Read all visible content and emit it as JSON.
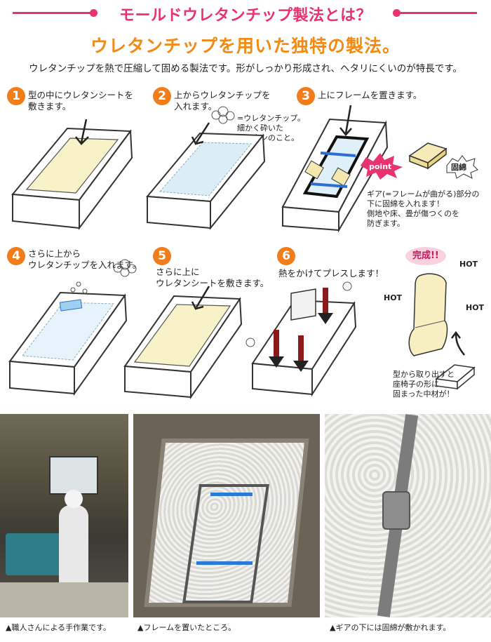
{
  "header": {
    "title": "モールドウレタンチップ製法とは？",
    "subtitle": "ウレタンチップを用いた独特の製法。",
    "description": "ウレタンチップを熱で圧縮して固める製法です。形がしっかり形成され、ヘタリにくいのが特長です。"
  },
  "steps": [
    {
      "num": "1",
      "text": "型の中にウレタンシートを\n敷きます。"
    },
    {
      "num": "2",
      "text": "上からウレタンチップを\n入れます。"
    },
    {
      "num": "3",
      "text": "上にフレームを置きます。"
    },
    {
      "num": "4",
      "text": "さらに上から\nウレタンチップを入れます。"
    },
    {
      "num": "5",
      "text": "さらに上に\nウレタンシートを敷きます。"
    },
    {
      "num": "6",
      "text": "熱をかけてプレスします！"
    }
  ],
  "notes": {
    "chip": "=ウレタンチップ。\n細かく砕いた\nウレタンのこと。",
    "point_badge": "point",
    "katawata_label": "固綿",
    "gear": "ギア(=フレームが曲がる)部分の\n下に固綿を入れます！\n側地や床、畳が傷つくのを\n防ぎます。",
    "complete": "完成!!",
    "hot": "HOT",
    "result": "型から取り出すと\n座椅子の形に\n固まった中材が！"
  },
  "captions": [
    "▲職人さんによる手作業です。",
    "▲フレームを置いたところ。",
    "▲ギアの下には固綿が敷かれます。"
  ],
  "colors": {
    "title": "#e8336f",
    "subtitle": "#f28a13",
    "step_badge": "#f07d1a"
  }
}
